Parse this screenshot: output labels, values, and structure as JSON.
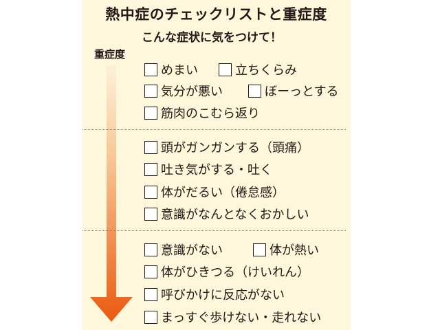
{
  "title": "熱中症のチェックリストと重症度",
  "subtitle": "こんな症状に気をつけて！",
  "severity_label": "重症度",
  "colors": {
    "background": "#fdf7dc",
    "arrow_top": "#fdf0d8",
    "arrow_bottom": "#ea5a10",
    "text": "#231815"
  },
  "items": [
    "めまい",
    "立ちくらみ",
    "気分が悪い",
    "ぼーっとする",
    "筋肉のこむら返り",
    "頭がガンガンする（頭痛）",
    "吐き気がする・吐く",
    "体がだるい（倦怠感）",
    "意識がなんとなくおかしい",
    "意識がない",
    "体が熱い",
    "体がひきつる（けいれん）",
    "呼びかけに反応がない",
    "まっすぐ歩けない・走れない"
  ]
}
